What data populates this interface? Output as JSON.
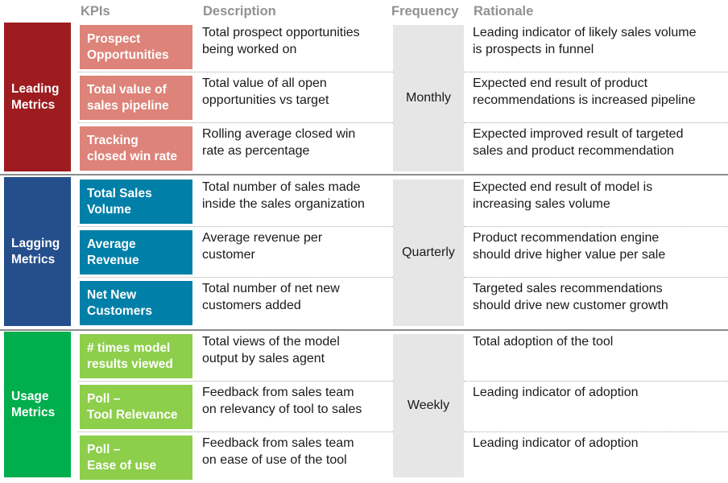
{
  "headers": {
    "kpis": "KPIs",
    "description": "Description",
    "frequency": "Frequency",
    "rationale": "Rationale"
  },
  "colors": {
    "header_text": "#919191",
    "leading_block": "#9e1c1f",
    "leading_kpi": "#dd8379",
    "lagging_block": "#254e8c",
    "lagging_kpi": "#0080a8",
    "usage_block": "#00ae4d",
    "usage_kpi": "#8dce4b",
    "frequency_bg": "#e6e6e6",
    "divider": "#8c8c8c",
    "body_text": "#1a1a1a"
  },
  "sections": [
    {
      "category": "Leading\nMetrics",
      "frequency": "Monthly",
      "block_color": "#9e1c1f",
      "kpi_color": "#dd8379",
      "rows": [
        {
          "kpi": "Prospect\nOpportunities",
          "description": "Total prospect opportunities\nbeing worked on",
          "rationale": "Leading indicator of likely sales volume\nis prospects in funnel"
        },
        {
          "kpi": "Total value of\nsales pipeline",
          "description": "Total value of all open\nopportunities vs target",
          "rationale": "Expected end result of product\nrecommendations is increased pipeline"
        },
        {
          "kpi": "Tracking\nclosed win rate",
          "description": "Rolling average closed win\nrate as percentage",
          "rationale": "Expected improved result of targeted\nsales and product recommendation"
        }
      ]
    },
    {
      "category": "Lagging\nMetrics",
      "frequency": "Quarterly",
      "block_color": "#254e8c",
      "kpi_color": "#0080a8",
      "rows": [
        {
          "kpi": "Total Sales\nVolume",
          "description": "Total number of sales made\ninside the sales organization",
          "rationale": "Expected end result of model is\nincreasing sales volume"
        },
        {
          "kpi": "Average\nRevenue",
          "description": "Average revenue per\ncustomer",
          "rationale": "Product recommendation engine\nshould drive higher value per sale"
        },
        {
          "kpi": "Net New\nCustomers",
          "description": "Total number of net new\ncustomers added",
          "rationale": "Targeted sales recommendations\nshould drive new customer growth"
        }
      ]
    },
    {
      "category": "Usage\nMetrics",
      "frequency": "Weekly",
      "block_color": "#00ae4d",
      "kpi_color": "#8dce4b",
      "rows": [
        {
          "kpi": "# times model\nresults viewed",
          "description": "Total views of the model\noutput by sales agent",
          "rationale": "Total adoption of the tool"
        },
        {
          "kpi": "Poll –\nTool Relevance",
          "description": "Feedback from sales team\non relevancy of tool to sales",
          "rationale": "Leading indicator of adoption"
        },
        {
          "kpi": "Poll –\nEase of use",
          "description": "Feedback from sales team\non ease of use of the tool",
          "rationale": "Leading indicator of adoption"
        }
      ]
    }
  ]
}
